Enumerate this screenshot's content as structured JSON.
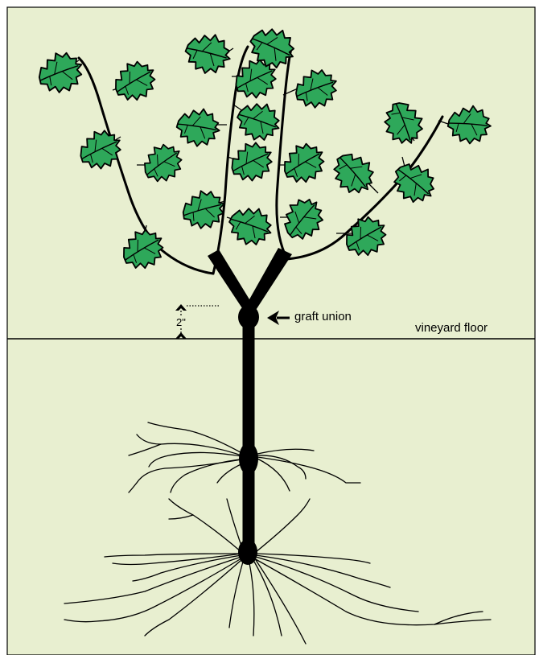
{
  "colors": {
    "background": "#e8efd0",
    "leaf_fill": "#2ea85a",
    "leaf_stroke": "#000000",
    "vine": "#000000"
  },
  "labels": {
    "graft_union": "graft union",
    "vineyard_floor": "vineyard floor",
    "height_marker": "2\""
  },
  "icons": {
    "graft_arrow": "arrow-left-icon",
    "height_bracket": "height-marker-icon"
  }
}
